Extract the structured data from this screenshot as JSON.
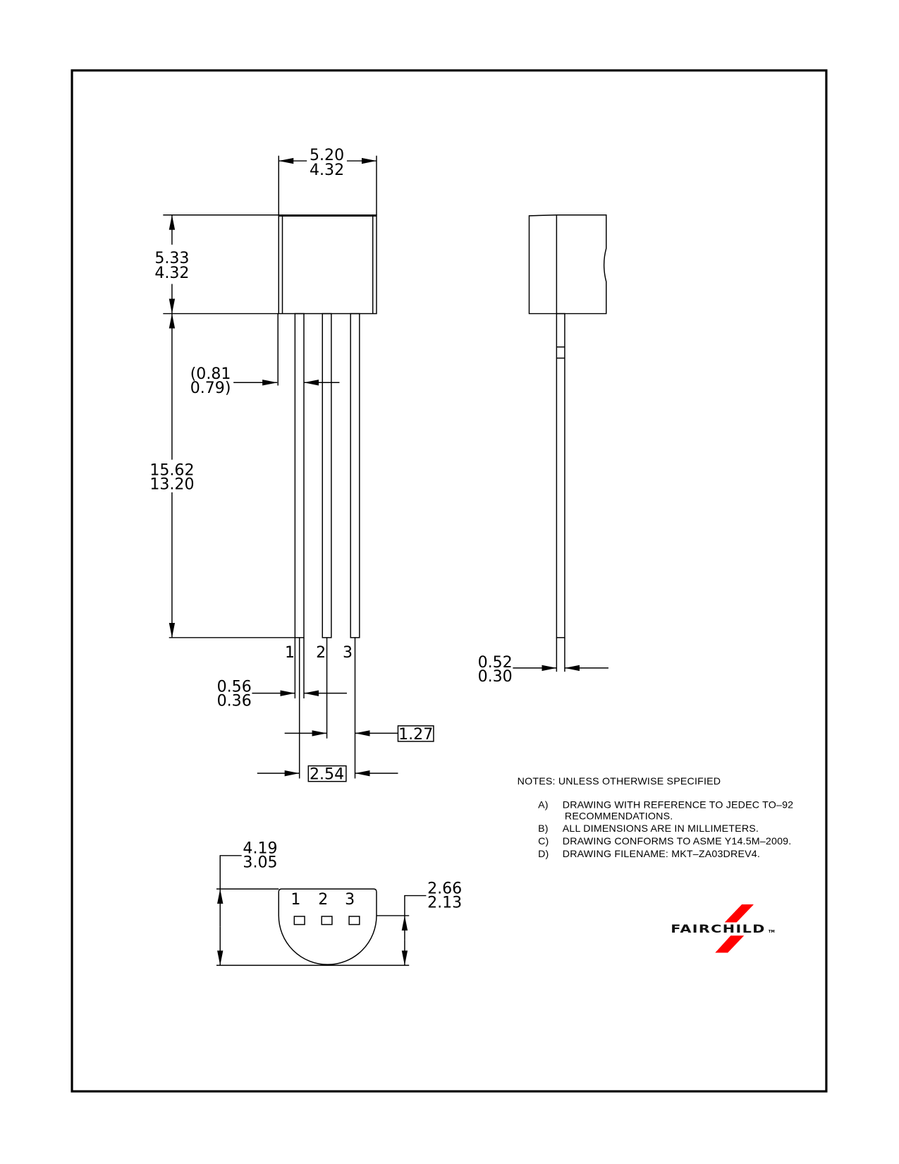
{
  "front_view": {
    "body_width": {
      "max": "5.20",
      "min": "4.32"
    },
    "body_height": {
      "max": "5.33",
      "min": "4.32"
    },
    "lead_length": {
      "max": "15.62",
      "min": "13.20"
    },
    "lead_offset": {
      "max": "(0.81",
      "min": "0.79)"
    },
    "lead_width": {
      "max": "0.56",
      "min": "0.36"
    },
    "pin_pitch_basic": "1.27",
    "pin_span_basic": "2.54",
    "pin_labels": [
      "1",
      "2",
      "3"
    ]
  },
  "side_view": {
    "lead_thickness": {
      "max": "0.52",
      "min": "0.30"
    }
  },
  "bottom_view": {
    "body_depth": {
      "max": "4.19",
      "min": "3.05"
    },
    "flat_to_edge": {
      "max": "2.66",
      "min": "2.13"
    },
    "pin_labels": [
      "1",
      "2",
      "3"
    ]
  },
  "notes": {
    "title": "NOTES:  UNLESS  OTHERWISE  SPECIFIED",
    "items": [
      {
        "letter": "A)",
        "lines": [
          "DRAWING  WITH  REFERENCE  TO  JEDEC  TO–92",
          "RECOMMENDATIONS."
        ]
      },
      {
        "letter": "B)",
        "lines": [
          "ALL  DIMENSIONS  ARE  IN  MILLIMETERS."
        ]
      },
      {
        "letter": "C)",
        "lines": [
          "DRAWING  CONFORMS  TO  ASME  Y14.5M–2009."
        ]
      },
      {
        "letter": "D)",
        "lines": [
          "DRAWING  FILENAME:  MKT–ZA03DREV4."
        ]
      }
    ]
  },
  "logo": {
    "text": "FAIRCHILD",
    "tm": "TM",
    "color": "#ff0000"
  }
}
